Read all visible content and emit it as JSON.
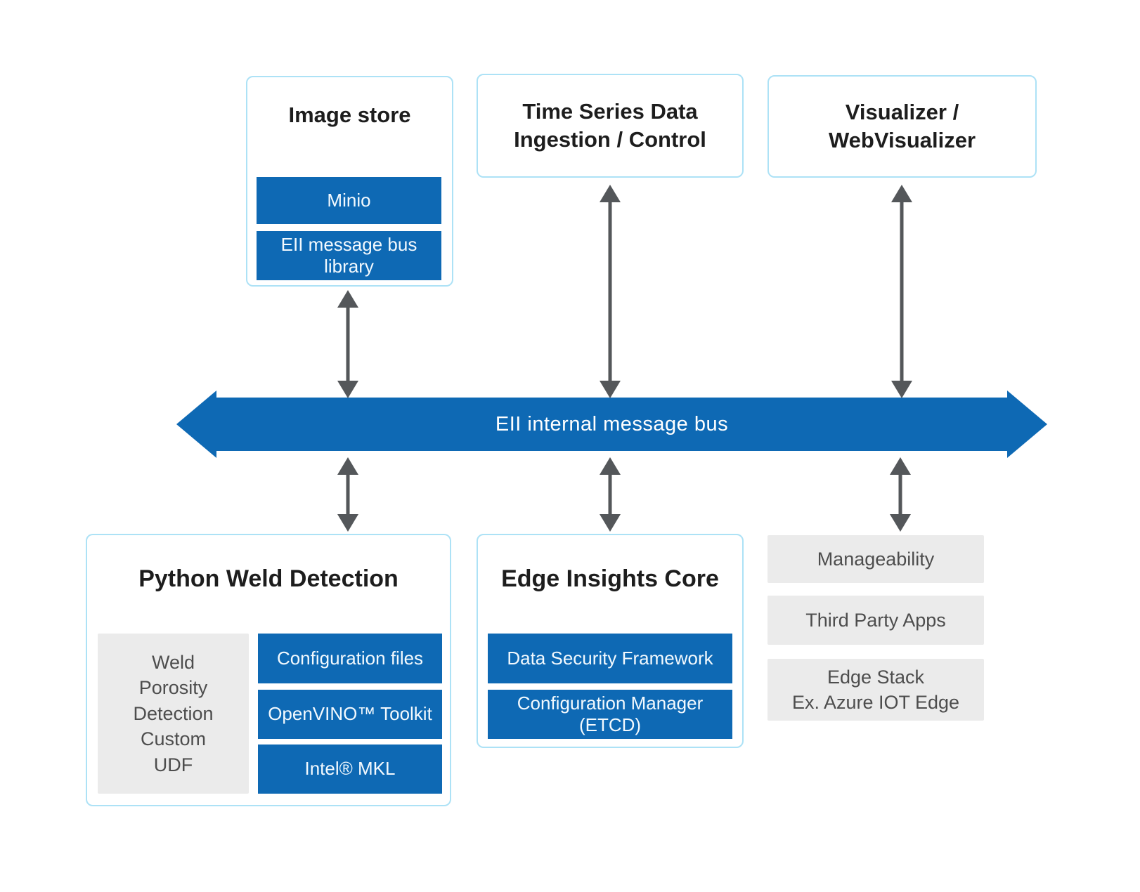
{
  "colors": {
    "brand_blue": "#0e69b4",
    "light_blue_border": "#ade2f6",
    "gray_box": "#ebebeb",
    "arrow_gray": "#54575a",
    "title_text": "#1d1d1d",
    "gray_box_text": "#4d4d4d",
    "chip_text": "#f2f9fe"
  },
  "top_row": {
    "image_store": {
      "title": "Image store",
      "chips": [
        "Minio",
        "EII message bus library"
      ]
    },
    "time_series": {
      "title": "Time Series Data\nIngestion / Control"
    },
    "visualizer": {
      "title": "Visualizer /\nWebVisualizer"
    }
  },
  "bus": {
    "label": "EII internal message bus"
  },
  "bottom_row": {
    "python_weld": {
      "title": "Python Weld Detection",
      "side_panel": "Weld\nPorosity\nDetection\nCustom\nUDF",
      "chips": [
        "Configuration files",
        "OpenVINO™ Toolkit",
        "Intel® MKL"
      ]
    },
    "edge_insights": {
      "title": "Edge Insights Core",
      "chips": [
        "Data Security Framework",
        "Configuration Manager\n(ETCD)"
      ]
    },
    "right_column": [
      "Manageability",
      "Third Party Apps",
      "Edge Stack\nEx. Azure IOT Edge"
    ]
  }
}
